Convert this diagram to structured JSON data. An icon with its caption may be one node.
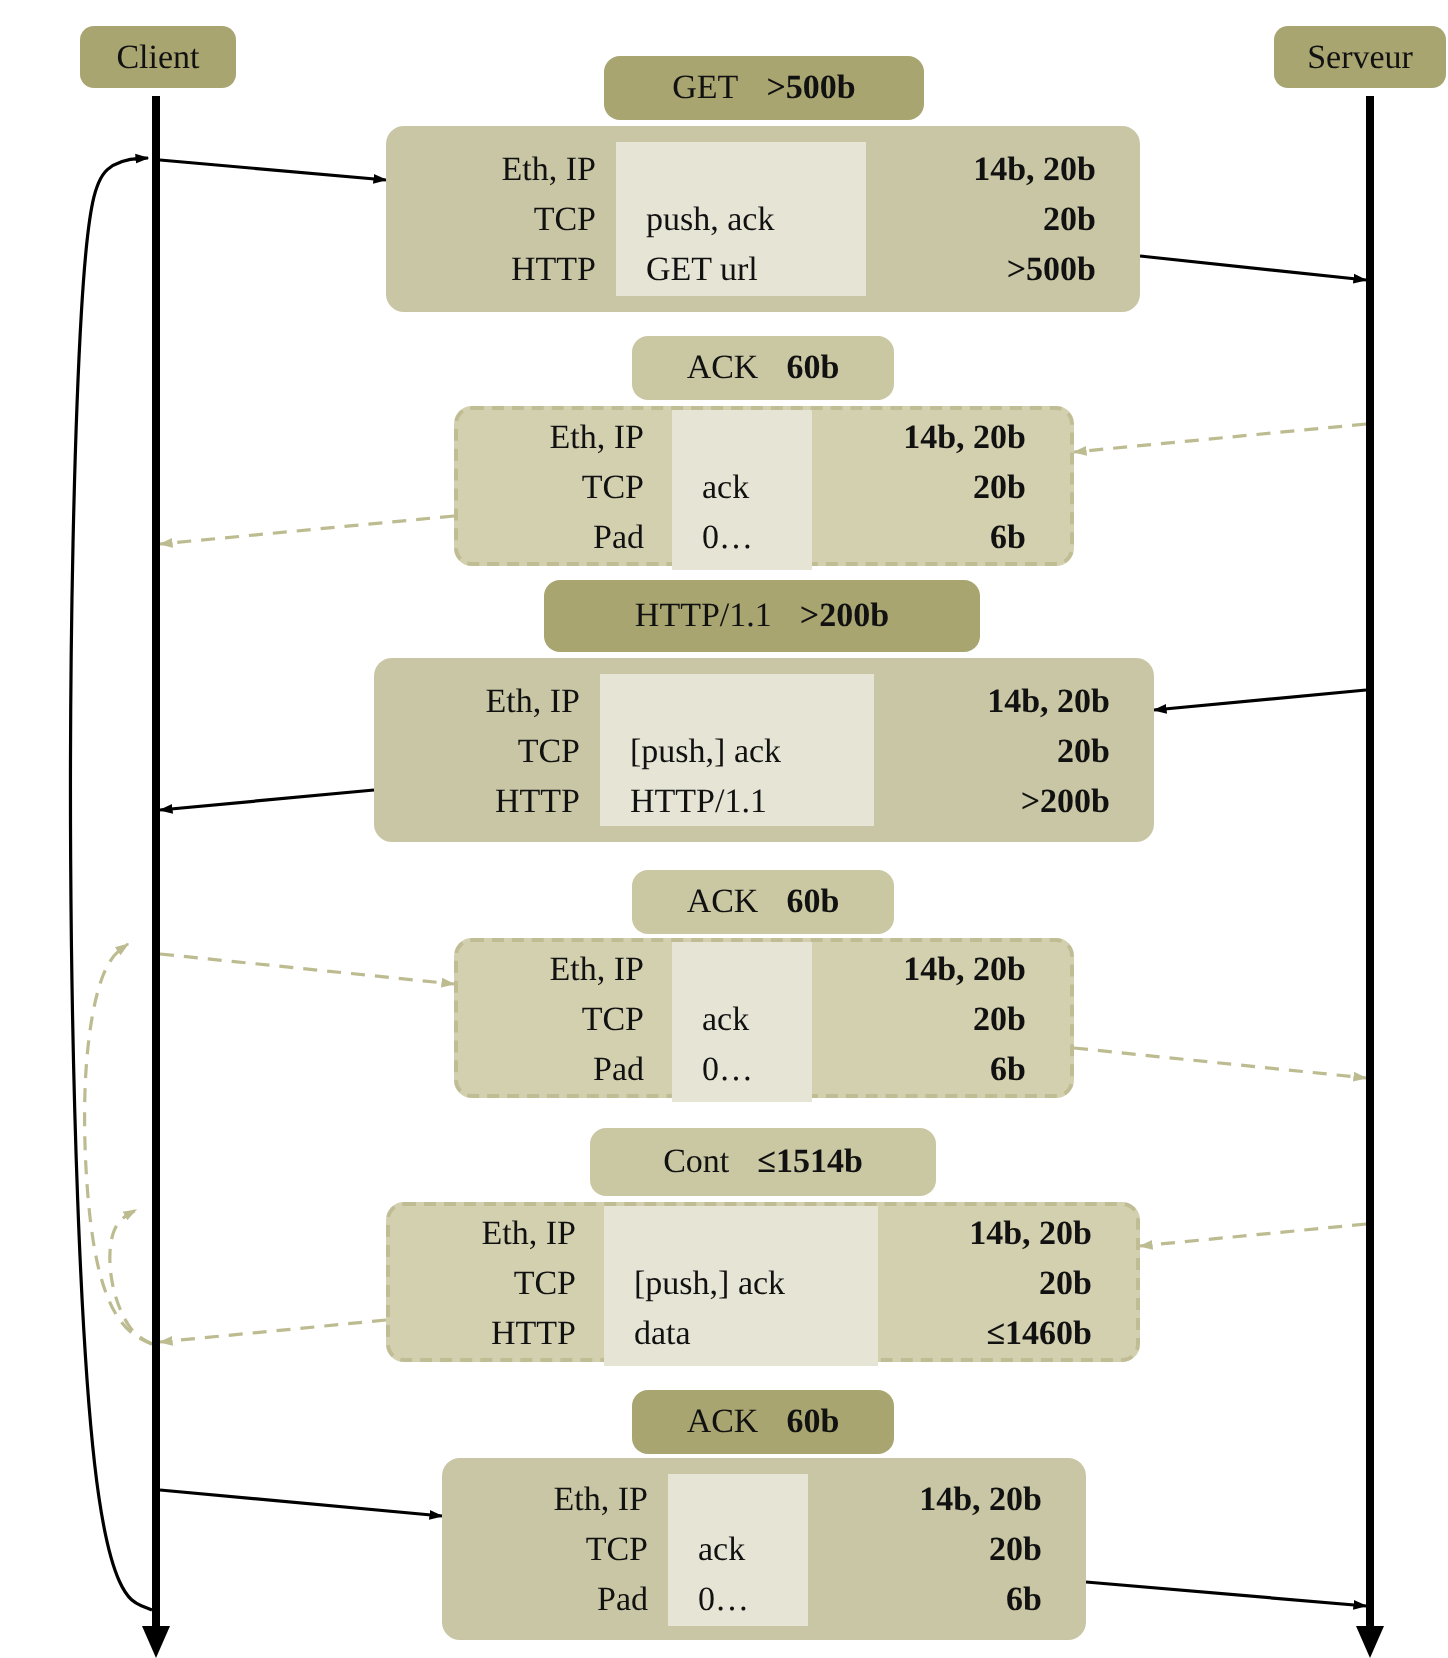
{
  "diagram": {
    "nodes": [
      {
        "text": [
          "Client"
        ]
      },
      {
        "text": [
          "Serveur"
        ]
      },
      {
        "text": [],
        "shape": "bar"
      },
      {
        "text": [],
        "shape": "bar"
      },
      {
        "text": [
          "GET",
          ">500b"
        ]
      },
      {
        "text": [
          "Eth, IP",
          "TCP",
          "HTTP",
          "14b, 20b",
          "20b",
          ">500b"
        ]
      },
      {
        "text": [
          "push, ack",
          "GET url"
        ],
        "in": 5
      },
      {
        "text": [
          "ACK",
          "60b"
        ]
      },
      {
        "text": [
          "Eth, IP",
          "TCP",
          "Pad",
          "14b, 20b",
          "20b",
          "6b"
        ]
      },
      {
        "text": [
          "ack",
          "0…"
        ],
        "in": 8
      },
      {
        "text": [
          "HTTP/1.1",
          ">200b"
        ]
      },
      {
        "text": [
          "Eth, IP",
          "TCP",
          "HTTP",
          "14b, 20b",
          "20b",
          ">200b"
        ]
      },
      {
        "text": [
          "[push,] ack",
          "HTTP/1.1"
        ],
        "in": 11
      },
      {
        "text": [
          "ACK",
          "60b"
        ]
      },
      {
        "text": [
          "Eth, IP",
          "TCP",
          "Pad",
          "14b, 20b",
          "20b",
          "6b"
        ]
      },
      {
        "text": [
          "ack",
          "0…"
        ],
        "in": 14
      },
      {
        "text": [
          "Cont",
          "≤1514b"
        ]
      },
      {
        "text": [
          "Eth, IP",
          "TCP",
          "HTTP",
          "14b, 20b",
          "20b",
          "≤1460b"
        ]
      },
      {
        "text": [
          "[push,] ack",
          "data"
        ],
        "in": 17
      },
      {
        "text": [
          "ACK",
          "60b"
        ]
      },
      {
        "text": [
          "Eth, IP",
          "TCP",
          "Pad",
          "14b, 20b",
          "20b",
          "6b"
        ]
      },
      {
        "text": [
          "ack",
          "0…"
        ],
        "in": 20
      }
    ],
    "edges": [
      {
        "from": 2,
        "to": 5,
        "arrow": "to",
        "color": "#000000"
      },
      {
        "from": 5,
        "to": 3,
        "arrow": "to",
        "color": "#000000"
      },
      {
        "from": 3,
        "to": 8,
        "arrow": "to",
        "style": "dashed"
      },
      {
        "from": 8,
        "to": 2,
        "arrow": "to",
        "style": "dashed"
      },
      {
        "from": 3,
        "to": 11,
        "arrow": "to",
        "color": "#000000"
      },
      {
        "from": 11,
        "to": 2,
        "arrow": "to",
        "color": "#000000"
      },
      {
        "from": 2,
        "to": 14,
        "arrow": "to",
        "style": "dashed"
      },
      {
        "from": 14,
        "to": 3,
        "arrow": "to",
        "style": "dashed"
      },
      {
        "from": 3,
        "to": 17,
        "arrow": "to",
        "style": "dashed"
      },
      {
        "from": 17,
        "to": 2,
        "arrow": "to",
        "style": "dashed"
      },
      {
        "from": 2,
        "to": 20,
        "arrow": "to",
        "color": "#000000"
      },
      {
        "from": 20,
        "to": 3,
        "arrow": "to",
        "color": "#000000"
      },
      {
        "from": 2,
        "to": 2,
        "arrow": "to",
        "color": "#000000"
      },
      {
        "from": 2,
        "to": 2,
        "arrow": "to",
        "style": "dashed"
      },
      {
        "from": 2,
        "to": 2,
        "arrow": "to",
        "style": "dashed"
      }
    ]
  }
}
